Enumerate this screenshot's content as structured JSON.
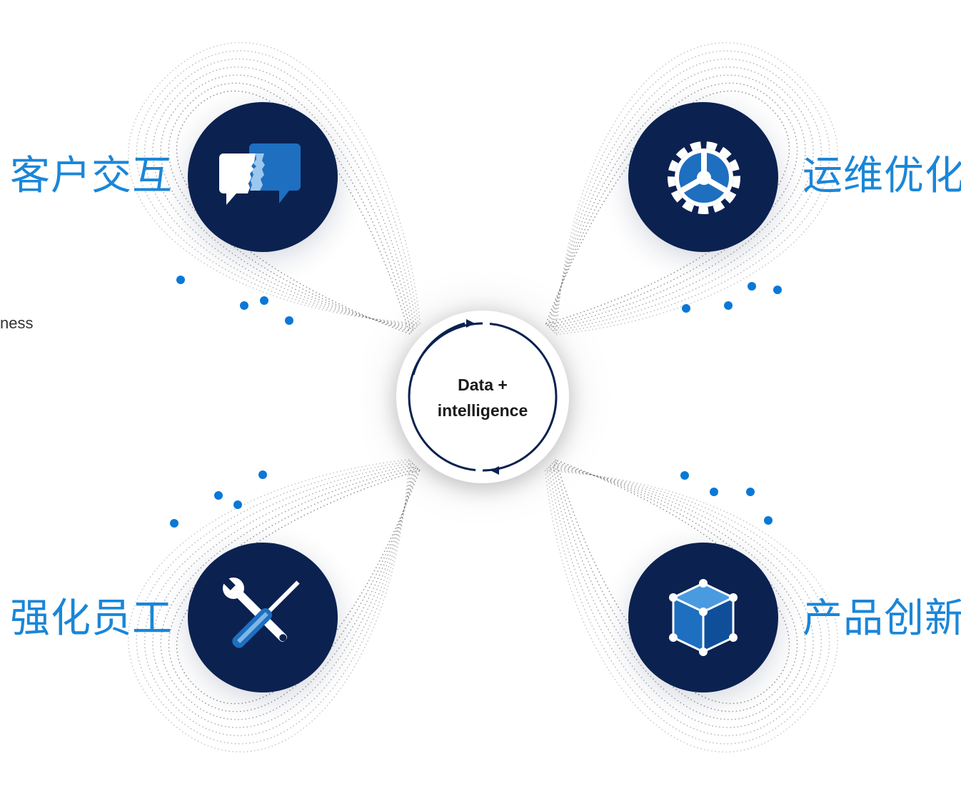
{
  "center": {
    "line1": "Data +",
    "line2": "intelligence"
  },
  "nodes": {
    "customer": {
      "label": "客户交互",
      "icon": "chat-bubbles-icon"
    },
    "operations": {
      "label": "运维优化",
      "icon": "gear-icon"
    },
    "employees": {
      "label": "强化员工",
      "icon": "tools-icon"
    },
    "products": {
      "label": "产品创新",
      "icon": "cube-icon"
    }
  },
  "side_text": "ness",
  "colors": {
    "navy": "#0b2150",
    "label_blue": "#1a86d8",
    "dot_blue": "#0a78d7",
    "icon_blue": "#1e6fbf",
    "dotted_line": "#6b6b6b"
  }
}
